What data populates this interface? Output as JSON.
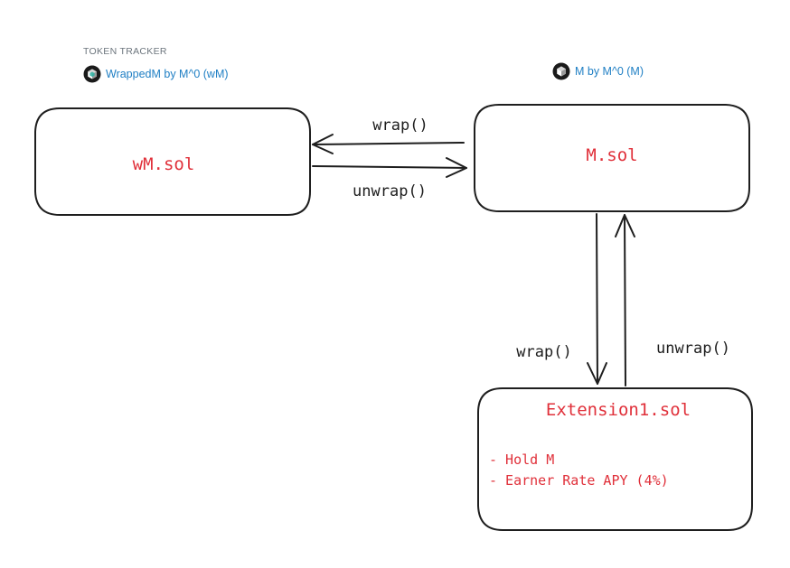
{
  "tracker": {
    "label": "TOKEN TRACKER",
    "wm_token": "WrappedM by M^0 (wM)",
    "m_token": "M by M^0 (M)"
  },
  "boxes": {
    "wm": {
      "title": "wM.sol"
    },
    "m": {
      "title": "M.sol"
    },
    "ext": {
      "title": "Extension1.sol",
      "items": [
        "- Hold M",
        "- Earner Rate APY (4%)"
      ]
    }
  },
  "arrows": {
    "wrap_top": "wrap()",
    "unwrap_top": "unwrap()",
    "wrap_down": "wrap()",
    "unwrap_up": "unwrap()"
  },
  "colors": {
    "title_red": "#e0303a",
    "stroke": "#1e1e1e",
    "link_blue": "#1f7fc4"
  },
  "icons": {
    "token_logo": "token-logo-icon"
  }
}
